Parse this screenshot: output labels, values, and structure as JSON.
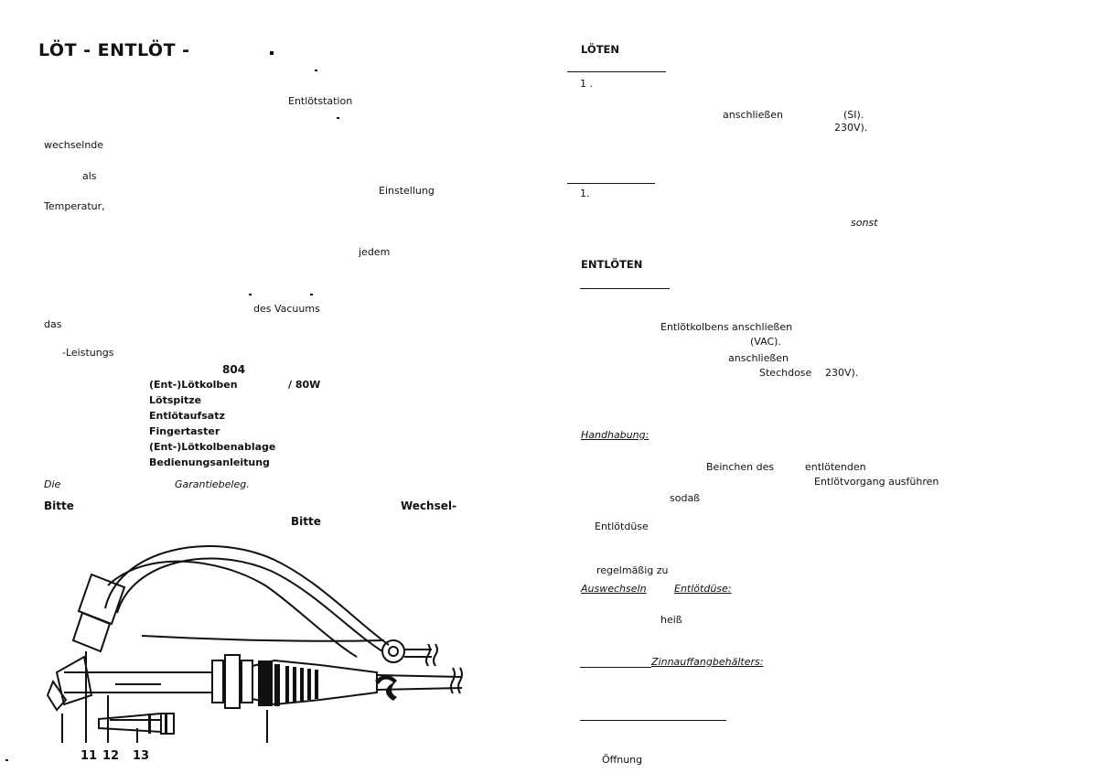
{
  "left": {
    "title": "LÖT - ENTLÖT -",
    "lines": {
      "entloetstation": "Entlötstation",
      "wechselnde": "wechselnde",
      "als": "als",
      "einstellung": "Einstellung",
      "temperatur": "Temperatur,",
      "jedem": "jedem",
      "des_vacuums": "des Vacuums",
      "das": "das",
      "leistungs": "-Leistungs"
    },
    "parts": {
      "number": "804",
      "kolben": "(Ent-)Lötkolben",
      "watt": "/ 80W",
      "spitze": "Lötspitze",
      "aufsatz": "Entlötaufsatz",
      "taster": "Fingertaster",
      "ablage": "(Ent-)Lötkolbenablage",
      "anleitung": "Bedienungsanleitung"
    },
    "footer": {
      "die": "Die",
      "garantie": "Garantiebeleg.",
      "bitte1": "Bitte",
      "wechsel": "Wechsel-",
      "bitte2": "Bitte"
    },
    "figure_labels": {
      "l11": "11",
      "l12": "12",
      "l13": "13"
    }
  },
  "right": {
    "loeten": {
      "heading": "LÖTEN",
      "num1": "1 .",
      "anschliessen": "anschließen",
      "si": "(SI).",
      "v230": "230V).",
      "num2": "1."
    },
    "sonst": "sonst",
    "entloeten": {
      "heading": "ENTLÖTEN",
      "kolbens": "Entlötkolbens anschließen",
      "vac": "(VAC).",
      "anschliessen": "anschließen",
      "stechdose": "Stechdose",
      "v230": "230V)."
    },
    "handhabung": {
      "heading": "Handhabung:",
      "beinchen": "Beinchen des",
      "entloetenden": "entlötenden",
      "vorgang": "Entlötvorgang ausführen",
      "sodass": "sodaß",
      "duese": "Entlötdüse",
      "regelmaessig": "regelmäßig zu"
    },
    "auswechseln": {
      "heading1": "Auswechseln",
      "heading2": "Entlötdüse:",
      "heiss": "heiß"
    },
    "zinn": {
      "heading": "Zinnauffangbehälters:"
    },
    "oeffnung": "Öffnung"
  }
}
